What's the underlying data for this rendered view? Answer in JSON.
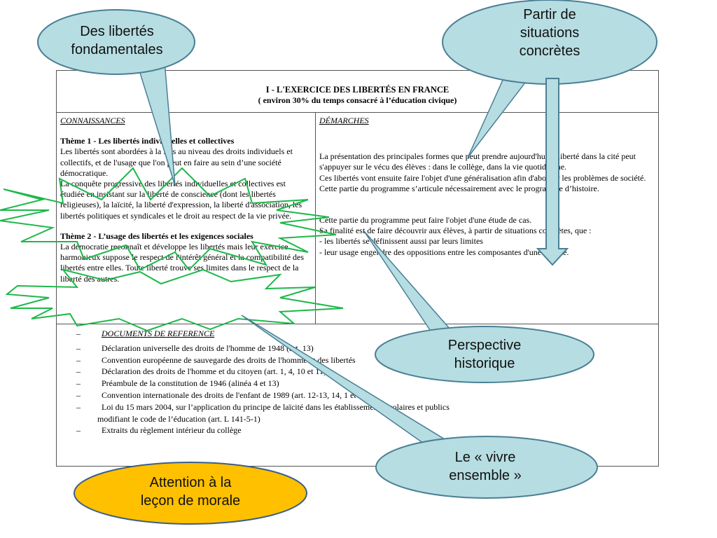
{
  "doc": {
    "title": "I - L'EXERCICE DES LIBERTÉS EN FRANCE",
    "subtitle": "( environ 30% du temps consacré à l’éducation civique)",
    "left_header": "CONNAISSANCES",
    "right_header": "DÉMARCHES",
    "theme1_title": "Thème 1 - Les libertés individuelles et collectives",
    "theme1_p1": "Les libertés sont abordées à la fois au niveau des droits individuels et collectifs, et de l'usage que l'on peut en faire au sein d’une société démocratique.",
    "theme1_p2": "La conquête progressive des libertés individuelles et collectives est étudiée en insistant sur la liberté de conscience (dont les libertés religieuses), la laïcité, la liberté d'expression, la liberté d'association, les libertés politiques et syndicales et le droit au respect de la vie privée.",
    "theme2_title": "Thème 2 - L’usage des libertés et les exigences sociales",
    "theme2_p1": "La démocratie reconnaît et développe les libertés mais leur exercice harmonieux suppose le respect de l'intérêt général et la compatibilité des libertés entre elles. Toute liberté trouve ses limites dans le respect de la liberté des autres.",
    "dem_p1": "La présentation des principales formes que peut prendre aujourd'hui la liberté dans la cité peut s'appuyer sur le vécu des élèves : dans le collège, dans la vie quotidienne.",
    "dem_p2": "Ces libertés vont ensuite faire l'objet d'une généralisation afin d'aborder les problèmes de société.",
    "dem_p3": "Cette partie du programme s’articule nécessairement avec le programme d’histoire.",
    "dem_p4": "Cette partie du programme peut faire l'objet d'une étude de cas.",
    "dem_p5": "Sa finalité est de faire découvrir aux élèves, à partir de situations concrètes, que :",
    "dem_p6": "- les libertés se définissent aussi par leurs limites",
    "dem_p7": "- leur usage engendre des oppositions entre les composantes d'une société.",
    "docs_header": "DOCUMENTS DE REFERENCE",
    "docs_dash": "–",
    "docs_items": [
      "Déclaration universelle des droits de l'homme de 1948 (art. 13)",
      "Convention européenne de sauvegarde des droits de l'homme et des libertés",
      "Déclaration des droits de l'homme et du citoyen (art. 1, 4, 10 et 11)",
      "Préambule de la constitution de 1946 (alinéa 4 et 13)",
      "Convention internationale des droits de l'enfant de 1989 (art. 12-13, 14, 1 et 3)",
      "Loi du 15 mars 2004, sur l’application du principe de laïcité dans les établissements scolaires et publics",
      "Extraits du règlement intérieur du collège"
    ],
    "docs_item6_cont": "modifiant le code de l’éducation (art. L 141-5-1)"
  },
  "callouts": {
    "libertes_line1": "Des libertés",
    "libertes_line2": "fondamentales",
    "situations_line1": "Partir de",
    "situations_line2": "situations",
    "situations_line3": "concrètes",
    "perspective_line1": "Perspective",
    "perspective_line2": "historique",
    "vivre_line1": "Le « vivre",
    "vivre_line2": "ensemble »",
    "morale_line1": "Attention à la",
    "morale_line2": "leçon de morale"
  },
  "colors": {
    "bubble_fill": "#b6dde2",
    "bubble_stroke": "#4a7f95",
    "morale_fill": "#ffc000",
    "morale_stroke": "#3a5f8a",
    "star_stroke": "#1db84a",
    "arrow_fill": "#b6dde2",
    "arrow_stroke": "#4a7f95"
  }
}
